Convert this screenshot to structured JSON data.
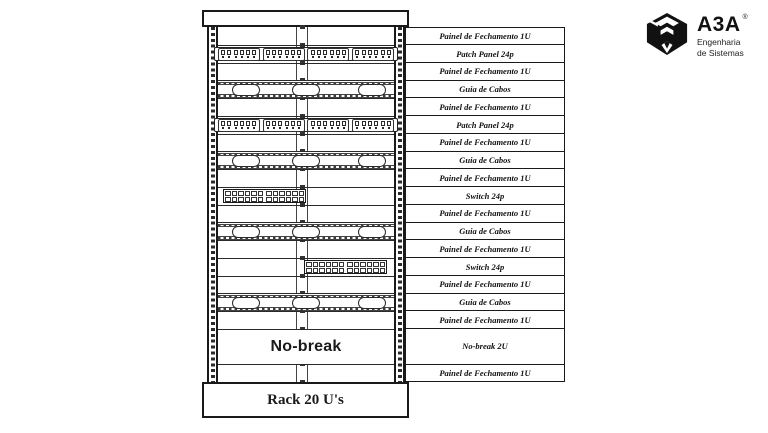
{
  "colors": {
    "line": "#1a1a1a",
    "background": "#ffffff"
  },
  "logo": {
    "brand": "A3A",
    "registered_mark": "®",
    "tagline_line1": "Engenharia",
    "tagline_line2": "de Sistemas"
  },
  "rack": {
    "title": "Rack 20 U's",
    "units_total": 20,
    "slots": [
      {
        "u": 1,
        "type": "blank",
        "label": "Painel de Fechamento 1U"
      },
      {
        "u": 1,
        "type": "patch",
        "label": "Patch Panel 24p",
        "groups": 4,
        "ports_per_group": 6
      },
      {
        "u": 1,
        "type": "blank",
        "label": "Painel de Fechamento 1U"
      },
      {
        "u": 1,
        "type": "guide",
        "label": "Guia de Cabos",
        "ovals": 3
      },
      {
        "u": 1,
        "type": "blank",
        "label": "Painel de Fechamento 1U"
      },
      {
        "u": 1,
        "type": "patch",
        "label": "Patch Panel 24p",
        "groups": 4,
        "ports_per_group": 6
      },
      {
        "u": 1,
        "type": "blank",
        "label": "Painel de Fechamento 1U"
      },
      {
        "u": 1,
        "type": "guide",
        "label": "Guia de Cabos",
        "ovals": 3
      },
      {
        "u": 1,
        "type": "blank",
        "label": "Painel de Fechamento 1U"
      },
      {
        "u": 1,
        "type": "switch",
        "label": "Switch 24p",
        "groups": 2,
        "rows": 2,
        "cols": 6,
        "align": "left"
      },
      {
        "u": 1,
        "type": "blank",
        "label": "Painel de Fechamento 1U"
      },
      {
        "u": 1,
        "type": "guide",
        "label": "Guia de Cabos",
        "ovals": 3
      },
      {
        "u": 1,
        "type": "blank",
        "label": "Painel de Fechamento 1U"
      },
      {
        "u": 1,
        "type": "switch",
        "label": "Switch 24p",
        "groups": 2,
        "rows": 2,
        "cols": 6,
        "align": "right"
      },
      {
        "u": 1,
        "type": "blank",
        "label": "Painel de Fechamento 1U"
      },
      {
        "u": 1,
        "type": "guide",
        "label": "Guia de Cabos",
        "ovals": 3
      },
      {
        "u": 1,
        "type": "blank",
        "label": "Painel de Fechamento 1U"
      },
      {
        "u": 2,
        "type": "nobreak",
        "label": "No-break 2U",
        "display_text": "No-break"
      },
      {
        "u": 1,
        "type": "blank",
        "label": "Painel de Fechamento 1U"
      }
    ]
  }
}
